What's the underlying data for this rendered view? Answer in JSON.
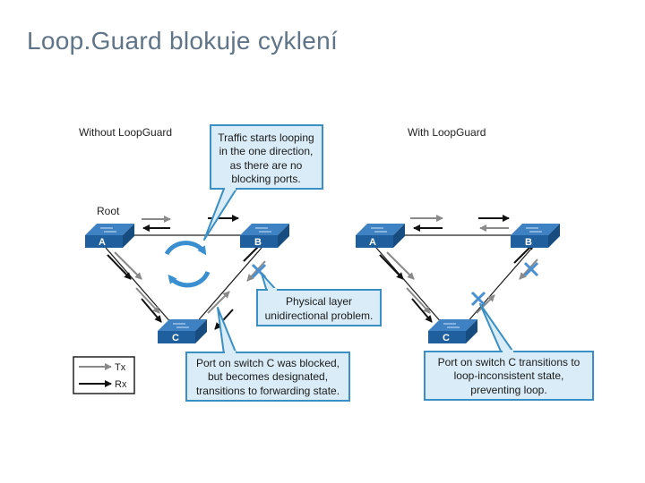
{
  "slide": {
    "title": "Loop.Guard blokuje cyklení"
  },
  "colors": {
    "switch_top": "#3f82c4",
    "switch_front": "#1f5f9e",
    "callout_fill": "#d9ecf7",
    "callout_border": "#3a8fc4",
    "tx_arrow": "#8a8a8a",
    "rx_arrow": "#111111",
    "fault_x": "#4a8fd0",
    "loop_icon": "#3a8fd0"
  },
  "left": {
    "title": "Without LoopGuard",
    "root_label": "Root",
    "switches": {
      "a": "A",
      "b": "B",
      "c": "C"
    },
    "callout_top": [
      "Traffic starts looping",
      "in the one direction,",
      "as there are no",
      "blocking ports."
    ],
    "callout_mid": [
      "Physical layer",
      "unidirectional problem."
    ],
    "callout_bottom": [
      "Port on switch C was blocked,",
      "but becomes designated,",
      "transitions to forwarding state."
    ]
  },
  "right": {
    "title": "With LoopGuard",
    "switches": {
      "a": "A",
      "b": "B",
      "c": "C"
    },
    "callout_bottom": [
      "Port on switch C transitions to",
      "loop-inconsistent state,",
      "preventing loop."
    ]
  },
  "legend": {
    "tx": "Tx",
    "rx": "Rx"
  }
}
